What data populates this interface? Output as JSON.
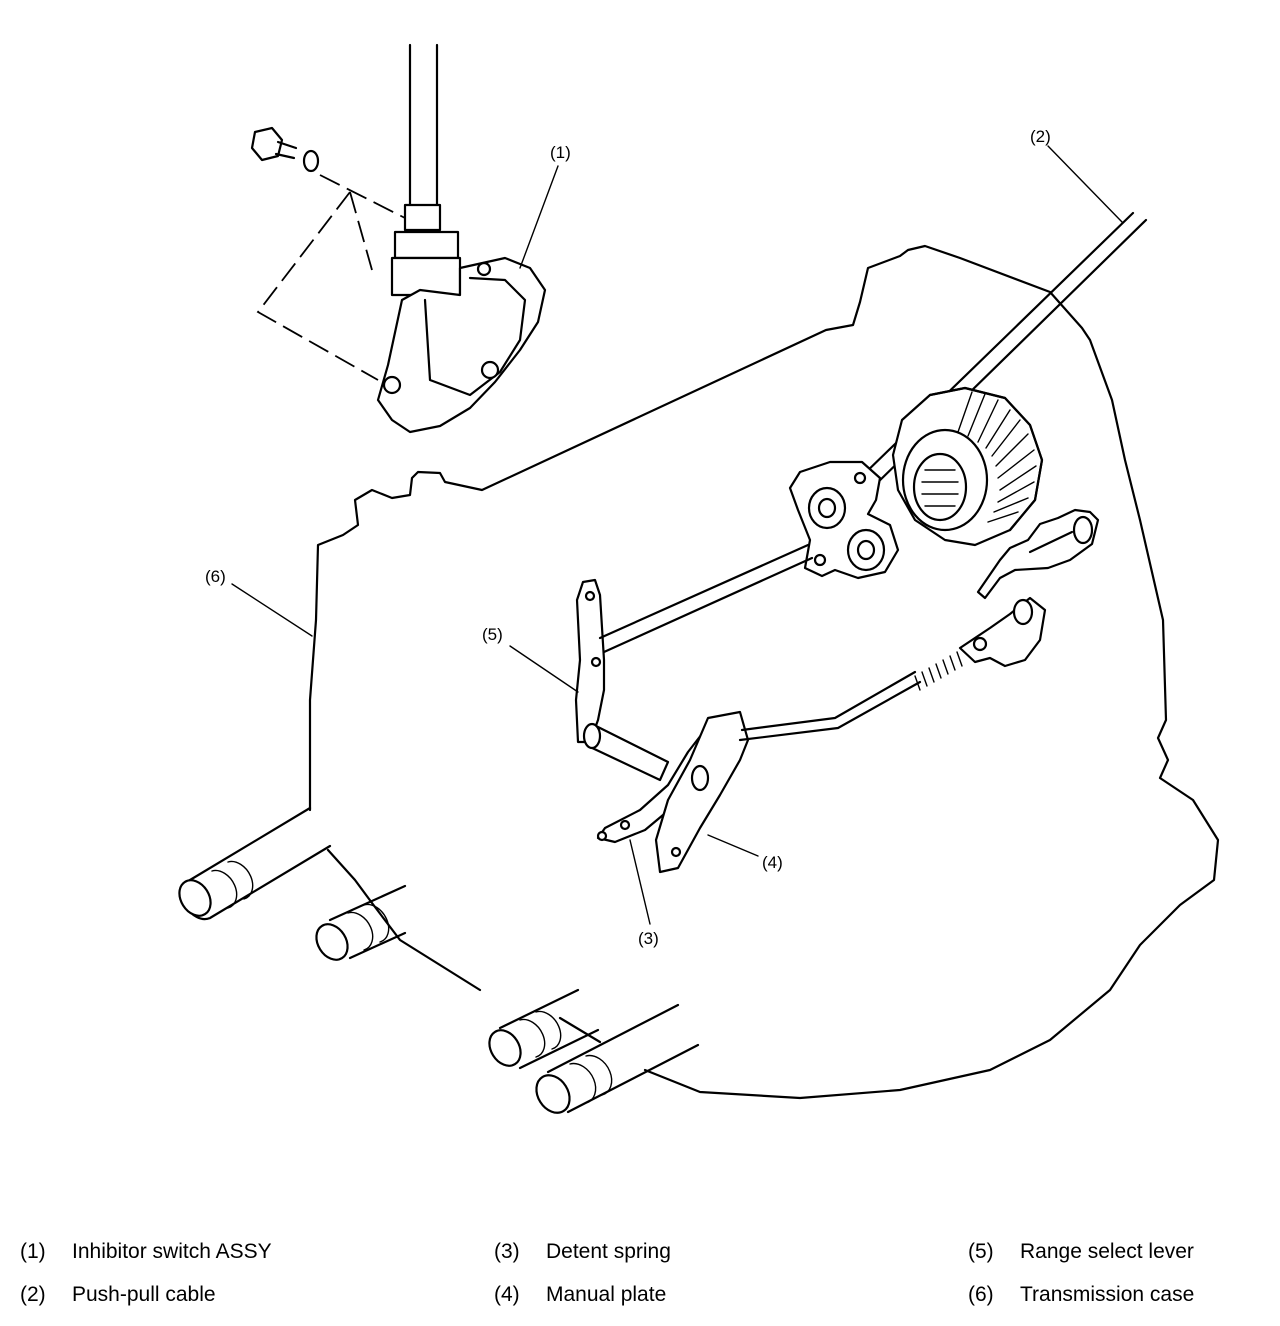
{
  "callouts": {
    "c1": "(1)",
    "c2": "(2)",
    "c3": "(3)",
    "c4": "(4)",
    "c5": "(5)",
    "c6": "(6)"
  },
  "legend": [
    {
      "num": "(1)",
      "text": "Inhibitor switch ASSY"
    },
    {
      "num": "(2)",
      "text": "Push-pull cable"
    },
    {
      "num": "(3)",
      "text": "Detent spring"
    },
    {
      "num": "(4)",
      "text": "Manual plate"
    },
    {
      "num": "(5)",
      "text": "Range select lever"
    },
    {
      "num": "(6)",
      "text": "Transmission case"
    }
  ]
}
